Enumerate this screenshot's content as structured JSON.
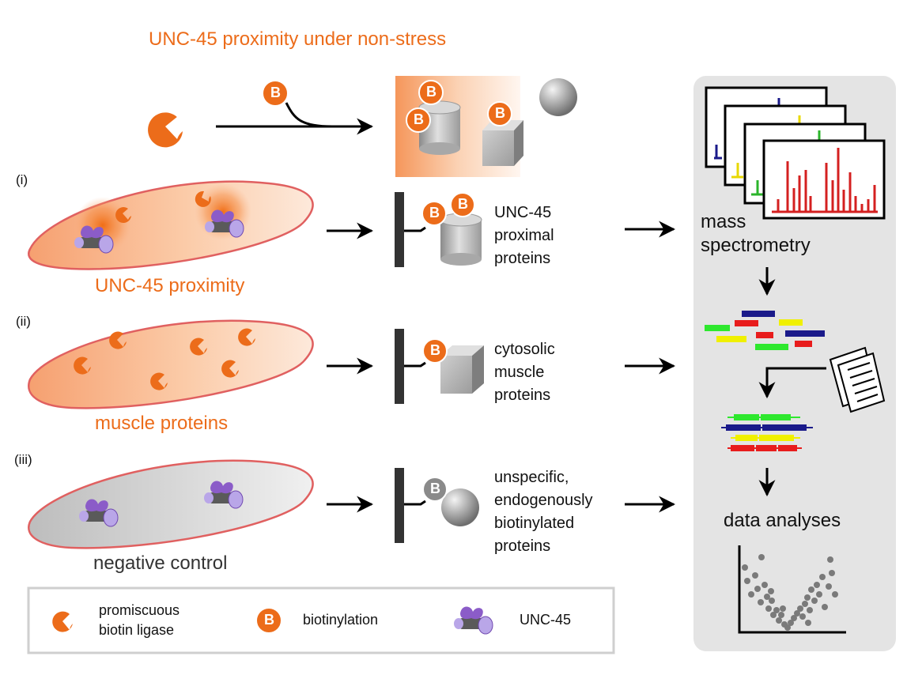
{
  "title": "UNC-45 proximity under non-stress",
  "conditions": [
    {
      "roman": "(i)",
      "caption": "UNC-45 proximity",
      "result_line1": "UNC-45",
      "result_line2": "proximal",
      "result_line3": "proteins",
      "result_line4": ""
    },
    {
      "roman": "(ii)",
      "caption": "muscle proteins",
      "result_line1": "cytosolic",
      "result_line2": "muscle",
      "result_line3": "proteins",
      "result_line4": ""
    },
    {
      "roman": "(iii)",
      "caption": "negative control",
      "result_line1": "unspecific,",
      "result_line2": "endogenously",
      "result_line3": "biotinylated",
      "result_line4": "proteins"
    }
  ],
  "biotin_letter": "B",
  "pipeline": {
    "step1_line1": "mass",
    "step1_line2": "spectrometry",
    "step2": "data analyses"
  },
  "legend": {
    "ligase_line1": "promiscuous",
    "ligase_line2": "biotin ligase",
    "biotinylation": "biotinylation",
    "unc45": "UNC-45"
  },
  "colors": {
    "orange": "#ec6c1a",
    "cell_outline": "#e06060",
    "purple": "#8b5cc8",
    "panel": "#e4e4e4",
    "peak_red": "#d42020"
  },
  "icons": [
    "ligase-icon",
    "biotin-icon",
    "unc45-icon",
    "streptavidin-bead-icon",
    "document-icon",
    "volcano-plot-icon",
    "arrow-icon"
  ]
}
